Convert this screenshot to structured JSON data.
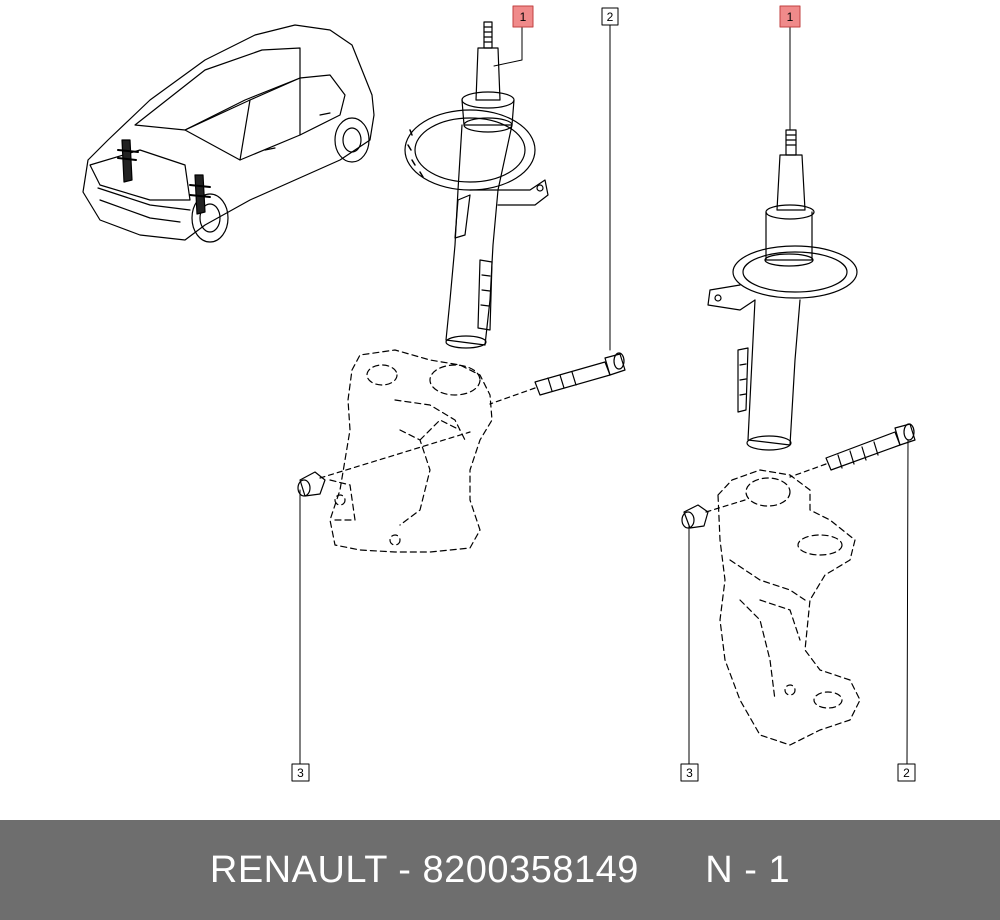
{
  "diagram": {
    "callouts": {
      "left_strut": "1",
      "left_bolt": "2",
      "left_nut": "3",
      "right_strut": "1",
      "right_nut": "3",
      "right_bolt": "2"
    },
    "colors": {
      "callout_highlight": "#f08a8a",
      "line": "#000000",
      "background": "#ffffff"
    }
  },
  "footer": {
    "brand": "RENAULT",
    "separator": " - ",
    "part_number": "8200358149",
    "position_label": "N - 1",
    "background_color": "#6e6e6e",
    "text_color": "#ffffff"
  }
}
